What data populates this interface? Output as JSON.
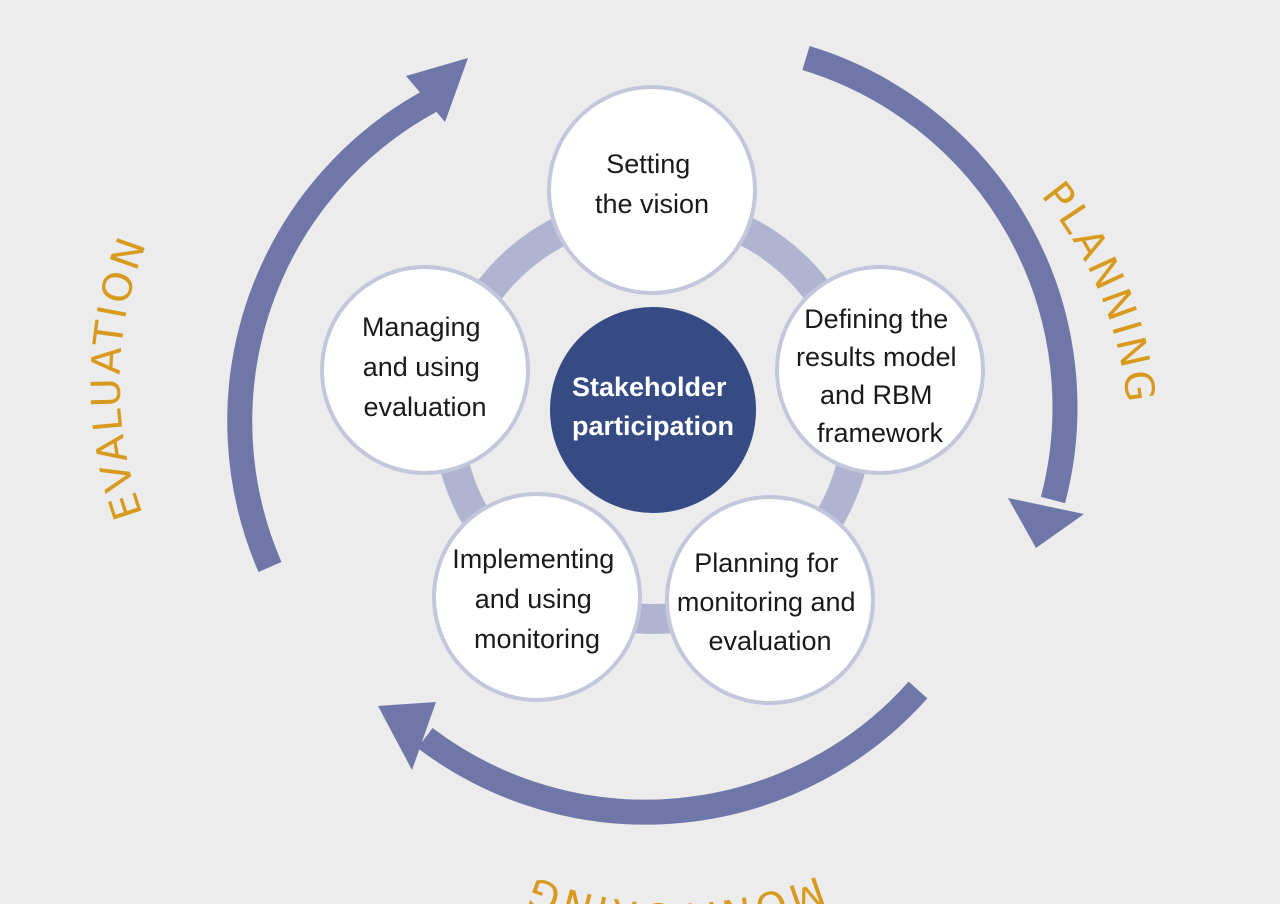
{
  "center": {
    "lines": [
      "Stakeholder",
      "participation"
    ],
    "color": "#364a84"
  },
  "steps": [
    {
      "lines": [
        "Setting",
        "the vision"
      ]
    },
    {
      "lines": [
        "Defining the",
        "results model",
        "and RBM",
        "framework"
      ]
    },
    {
      "lines": [
        "Planning for",
        "monitoring and",
        "evaluation"
      ]
    },
    {
      "lines": [
        "Implementing",
        "and using",
        "monitoring"
      ]
    },
    {
      "lines": [
        "Managing",
        "and using",
        "evaluation"
      ]
    }
  ],
  "phases": {
    "planning": "PLANNING",
    "monitoring": "MONITORING",
    "evaluation": "EVALUATION"
  },
  "colors": {
    "background": "#ececec",
    "ring": "#b0b4d0",
    "arrow": "#6e77a8",
    "circle_fill": "#ffffff",
    "circle_border": "#c4c7dc",
    "label": "#d79a1e"
  }
}
